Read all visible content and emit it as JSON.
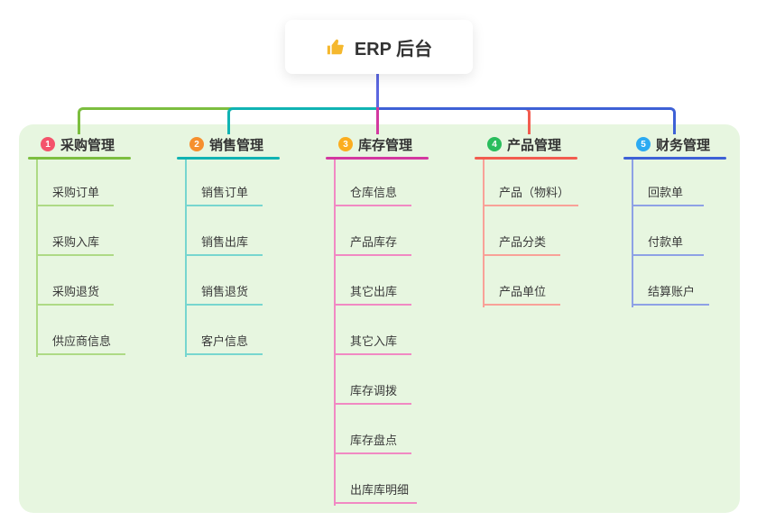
{
  "root": {
    "label": "ERP 后台",
    "icon": "thumbs-up-icon",
    "icon_color": "#f5b82e"
  },
  "canvas": {
    "background": "#e7f6e0"
  },
  "trunk_color": "#5b67e0",
  "branches": [
    {
      "badge": "1",
      "title": "采购管理",
      "badge_color": "#f4536b",
      "line_color": "#7cbe3f",
      "child_line_color": "#aeda85",
      "children": [
        "采购订单",
        "采购入库",
        "采购退货",
        "供应商信息"
      ]
    },
    {
      "badge": "2",
      "title": "销售管理",
      "badge_color": "#f68f2e",
      "line_color": "#10b3b3",
      "child_line_color": "#77d6cf",
      "children": [
        "销售订单",
        "销售出库",
        "销售退货",
        "客户信息"
      ]
    },
    {
      "badge": "3",
      "title": "库存管理",
      "badge_color": "#fbad1f",
      "line_color": "#d338a0",
      "child_line_color": "#f189c3",
      "children": [
        "仓库信息",
        "产品库存",
        "其它出库",
        "其它入库",
        "库存调拨",
        "库存盘点",
        "出库库明细"
      ]
    },
    {
      "badge": "4",
      "title": "产品管理",
      "badge_color": "#2abd5d",
      "line_color": "#f25c4f",
      "child_line_color": "#f9a198",
      "children": [
        "产品（物料）",
        "产品分类",
        "产品单位"
      ]
    },
    {
      "badge": "5",
      "title": "财务管理",
      "badge_color": "#2baaf2",
      "line_color": "#3e61d6",
      "child_line_color": "#8ea1e5",
      "children": [
        "回款单",
        "付款单",
        "结算账户"
      ]
    }
  ]
}
